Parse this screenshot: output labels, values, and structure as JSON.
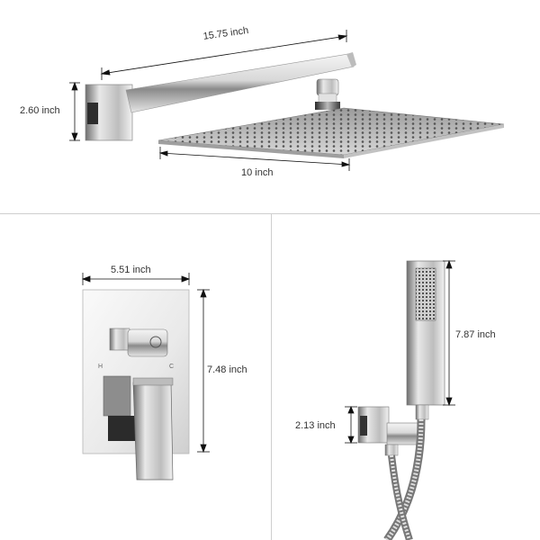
{
  "top_panel": {
    "arm_length_label": "15.75 inch",
    "flange_height_label": "2.60 inch",
    "head_width_label": "10 inch"
  },
  "valve_panel": {
    "plate_width_label": "5.51 inch",
    "plate_height_label": "7.48 inch",
    "hot_mark": "H",
    "cold_mark": "C"
  },
  "handheld_panel": {
    "wand_length_label": "7.87 inch",
    "holder_height_label": "2.13 inch"
  }
}
